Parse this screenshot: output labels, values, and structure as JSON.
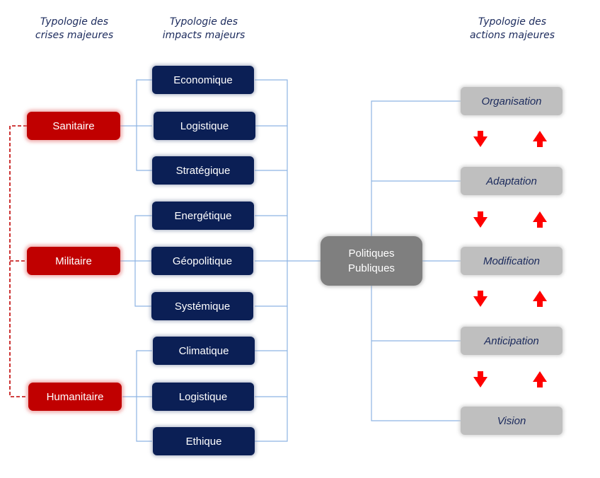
{
  "headings": {
    "crises": [
      "Typologie des",
      "crises majeures"
    ],
    "impacts": [
      "Typologie des",
      "impacts majeurs"
    ],
    "actions": [
      "Typologie des",
      "actions majeures"
    ]
  },
  "crises": [
    "Sanitaire",
    "Militaire",
    "Humanitaire"
  ],
  "impacts": [
    "Economique",
    "Logistique",
    "Stratégique",
    "Energétique",
    "Géopolitique",
    "Systémique",
    "Climatique",
    "Logistique",
    "Ethique"
  ],
  "center": [
    "Politiques",
    "Publiques"
  ],
  "actions": [
    "Organisation",
    "Adaptation",
    "Modification",
    "Anticipation",
    "Vision"
  ],
  "colors": {
    "crisis": "#c00000",
    "impact": "#0b1f55",
    "center": "#7f7f7f",
    "action": "#bfbfbf",
    "connector": "#8eb4e3",
    "dashed": "#c00000",
    "arrow": "#ff0000",
    "heading": "#1b2a5c"
  }
}
